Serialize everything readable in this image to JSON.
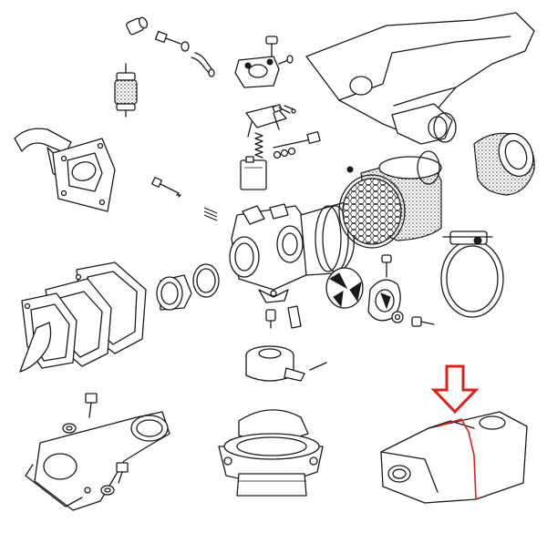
{
  "colors": {
    "line": "#1a1a1a",
    "background": "#ffffff",
    "arrow_stroke": "#e0201b",
    "seal_line": "#e0201b"
  },
  "components": [
    "fuel-filter-cap",
    "bolt",
    "washer",
    "fuel-hose",
    "inline-fuel-filter",
    "carburetor-float-bowl-top",
    "float-needle-assembly",
    "float",
    "idle-screw",
    "spring",
    "carburetor-body",
    "air-filter",
    "airbox-housing",
    "rubber-boot",
    "hose-clamp",
    "intake-manifold",
    "reed-valve-assembly",
    "gasket",
    "insulator-spacer",
    "throttle-slide",
    "choke-plunger",
    "mixing-tube",
    "thermostat-housing",
    "intake-flange",
    "silencer-airbox",
    "indicator-arrow"
  ],
  "icons": {
    "indicator": "down-arrow-icon"
  }
}
